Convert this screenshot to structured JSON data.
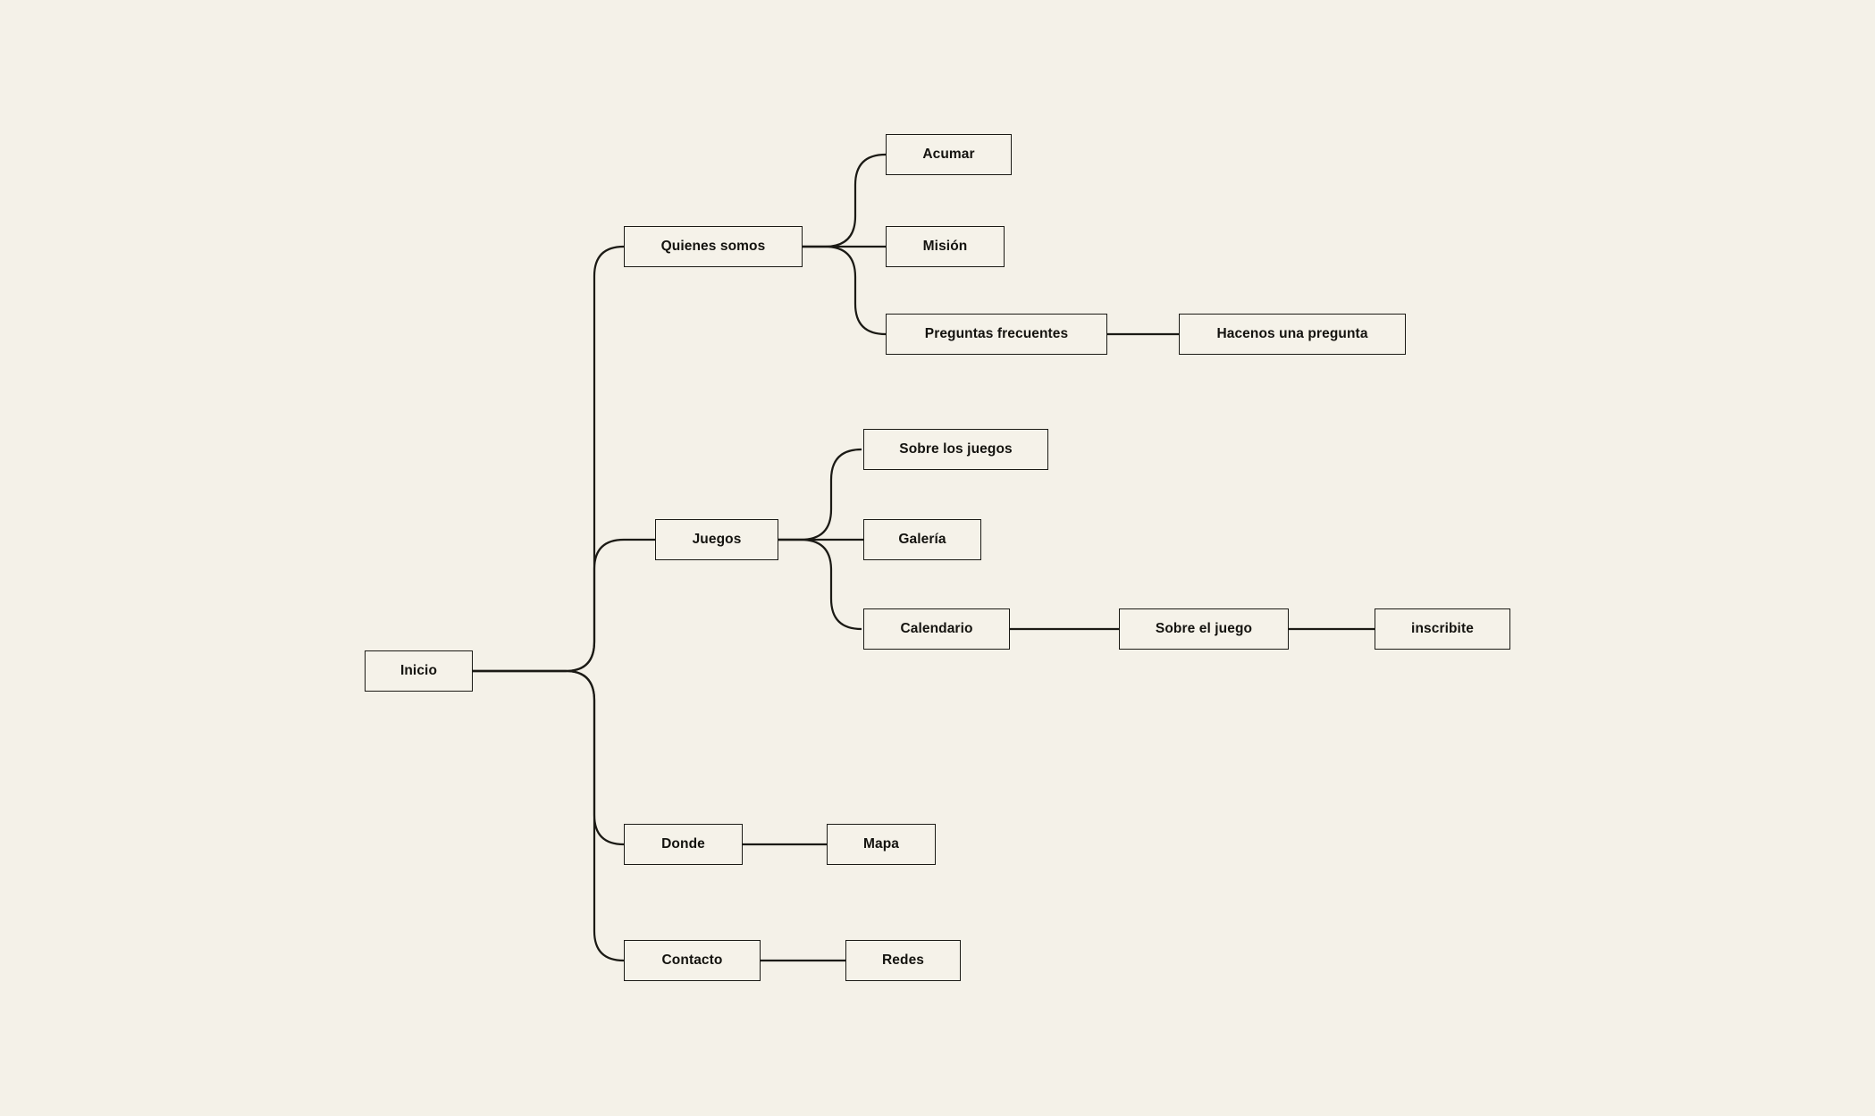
{
  "diagram": {
    "type": "sitemap-tree",
    "background_color": "#f4f1e8",
    "node_fill_color": "#f5f2e9",
    "stroke_color": "#1b1a15",
    "text_color": "#14130f"
  },
  "nodes": {
    "inicio": {
      "label": "Inicio"
    },
    "quienes_somos": {
      "label": "Quienes somos"
    },
    "acumar": {
      "label": "Acumar"
    },
    "mision": {
      "label": "Misión"
    },
    "preguntas_frecuentes": {
      "label": "Preguntas frecuentes"
    },
    "hacenos_una_pregunta": {
      "label": "Hacenos una pregunta"
    },
    "juegos": {
      "label": "Juegos"
    },
    "sobre_los_juegos": {
      "label": "Sobre los juegos"
    },
    "galeria": {
      "label": "Galería"
    },
    "calendario": {
      "label": "Calendario"
    },
    "sobre_el_juego": {
      "label": "Sobre el juego"
    },
    "inscribite": {
      "label": "inscribite"
    },
    "donde": {
      "label": "Donde"
    },
    "mapa": {
      "label": "Mapa"
    },
    "contacto": {
      "label": "Contacto"
    },
    "redes": {
      "label": "Redes"
    }
  },
  "edges": [
    {
      "from": "Inicio",
      "to": "Quienes somos"
    },
    {
      "from": "Inicio",
      "to": "Juegos"
    },
    {
      "from": "Inicio",
      "to": "Donde"
    },
    {
      "from": "Inicio",
      "to": "Contacto"
    },
    {
      "from": "Quienes somos",
      "to": "Acumar"
    },
    {
      "from": "Quienes somos",
      "to": "Misión"
    },
    {
      "from": "Quienes somos",
      "to": "Preguntas frecuentes"
    },
    {
      "from": "Preguntas frecuentes",
      "to": "Hacenos una pregunta"
    },
    {
      "from": "Juegos",
      "to": "Sobre los juegos"
    },
    {
      "from": "Juegos",
      "to": "Galería"
    },
    {
      "from": "Juegos",
      "to": "Calendario"
    },
    {
      "from": "Calendario",
      "to": "Sobre el juego"
    },
    {
      "from": "Sobre el juego",
      "to": "inscribite"
    },
    {
      "from": "Donde",
      "to": "Mapa"
    },
    {
      "from": "Contacto",
      "to": "Redes"
    }
  ]
}
